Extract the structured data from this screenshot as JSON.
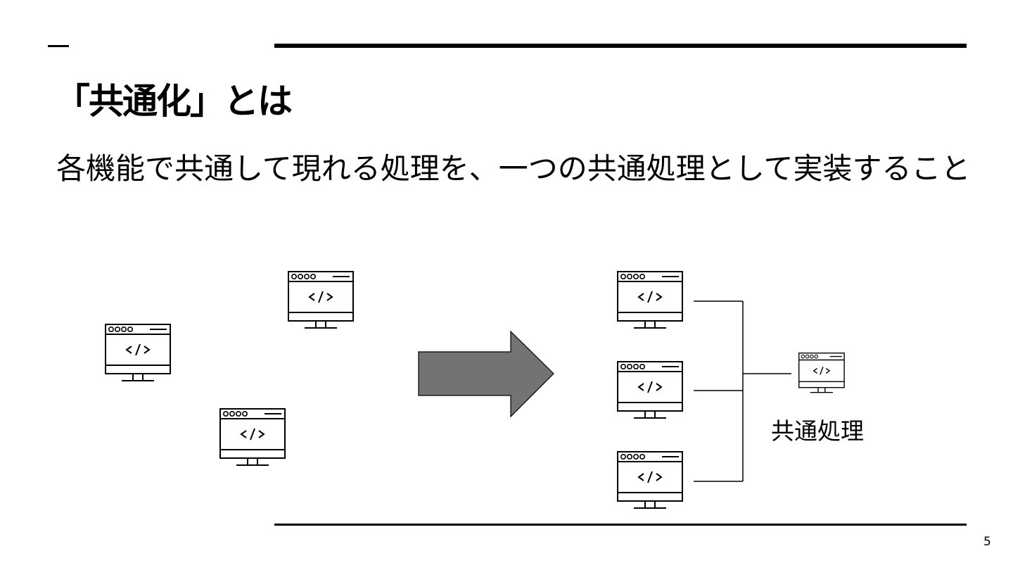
{
  "slide": {
    "title": "「共通化」とは",
    "subtitle": "各機能で共通して現れる処理を、一つの共通処理として実装すること",
    "common_label": "共通処理",
    "page_number": "5"
  },
  "icons": {
    "window_icon": "code-window-icon",
    "code_glyph": "</>",
    "arrow": "right-arrow-icon"
  },
  "colors": {
    "arrow_fill": "#737373",
    "line": "#000000"
  }
}
